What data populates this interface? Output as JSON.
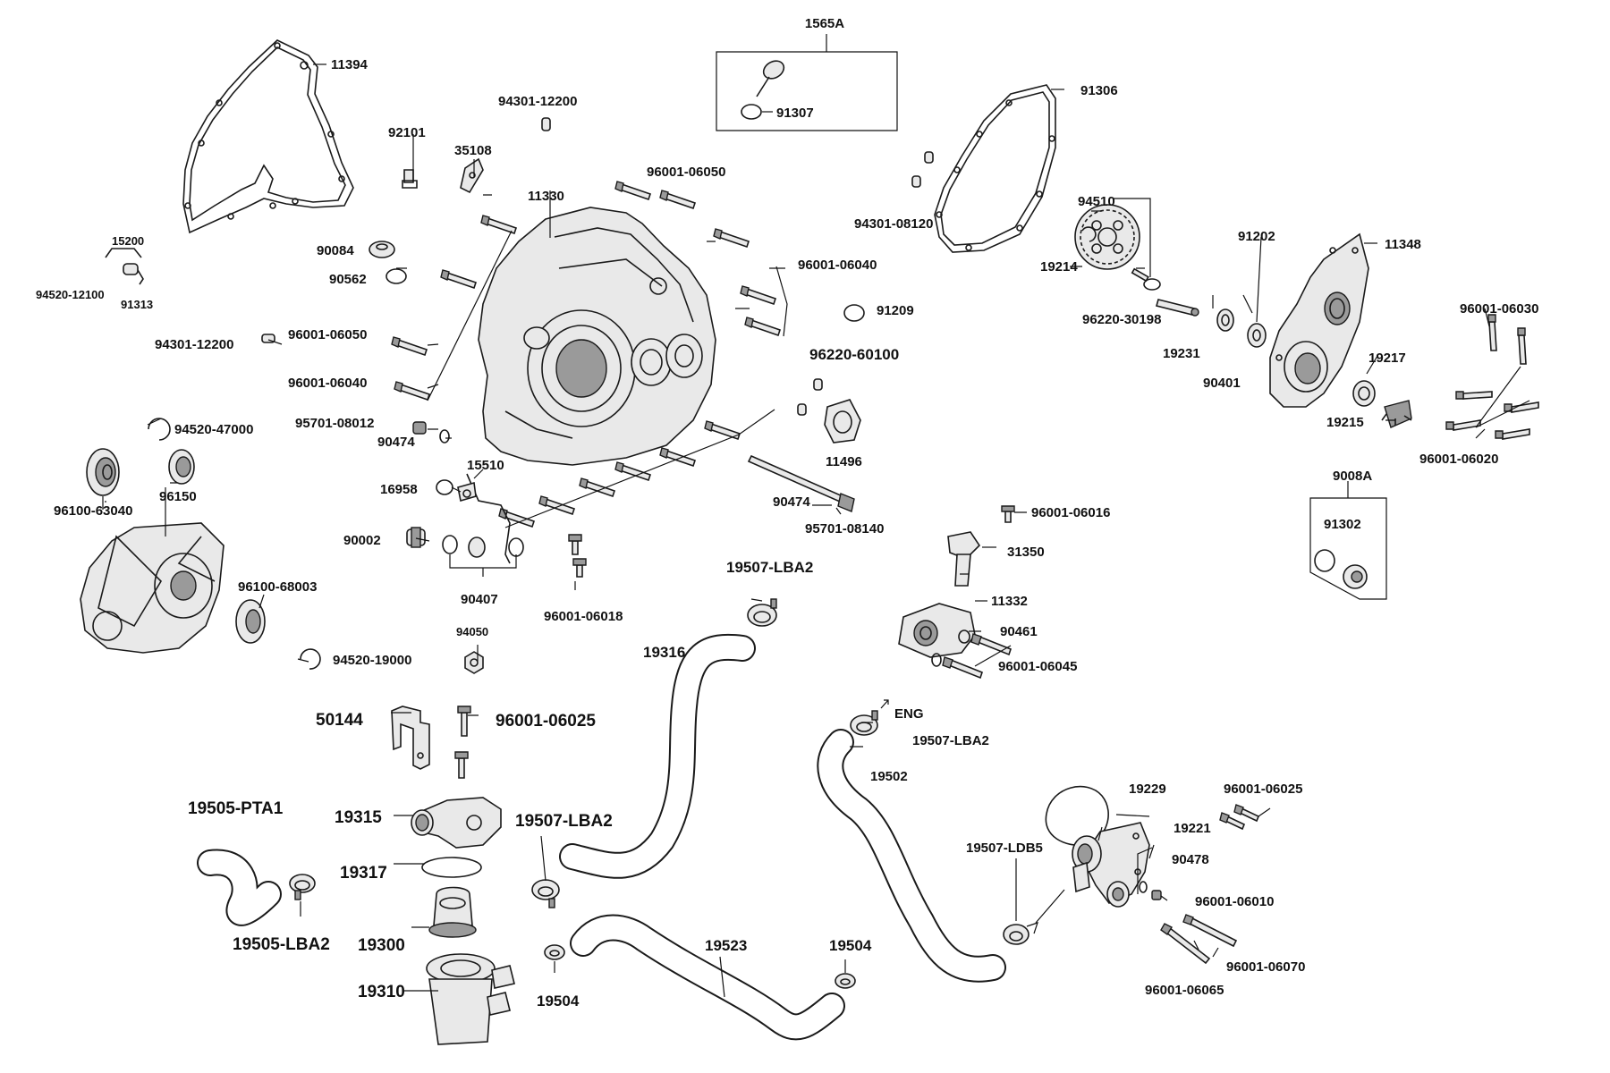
{
  "callouts": {
    "c1565A": "1565A",
    "c91307": "91307",
    "c11394": "11394",
    "c94301_12200_top": "94301-12200",
    "c92101": "92101",
    "c35108": "35108",
    "c11330": "11330",
    "c96001_06050_top": "96001-06050",
    "c96001_06040_right": "96001-06040",
    "c91306": "91306",
    "c94301_08120": "94301-08120",
    "c94510": "94510",
    "c19214": "19214",
    "c96220_30198": "96220-30198",
    "c91202": "91202",
    "c11348": "11348",
    "c15200": "15200",
    "c94520_12100": "94520-12100",
    "c91313": "91313",
    "c90084": "90084",
    "c90562": "90562",
    "c94301_12200_left": "94301-12200",
    "c96001_06050_left": "96001-06050",
    "c96001_06040_left": "96001-06040",
    "c91209": "91209",
    "c96220_60100": "96220-60100",
    "c19231": "19231",
    "c90401": "90401",
    "c19217": "19217",
    "c96001_06030": "96001-06030",
    "c19215": "19215",
    "c96001_06020": "96001-06020",
    "c94520_47000": "94520-47000",
    "c95701_08012": "95701-08012",
    "c90474_left": "90474",
    "c11496": "11496",
    "c96150": "96150",
    "c96100_63040": "96100-63040",
    "c15510": "15510",
    "c16958": "16958",
    "c90474_right": "90474",
    "c95701_08140": "95701-08140",
    "c96001_06016": "96001-06016",
    "c9008A": "9008A",
    "c91302": "91302",
    "c90002": "90002",
    "c31350": "31350",
    "c90407": "90407",
    "c96001_06018": "96001-06018",
    "c19507_LBA2_top": "19507-LBA2",
    "c96100_68003": "96100-68003",
    "c11332": "11332",
    "c90461": "90461",
    "c96001_06045": "96001-06045",
    "c94050": "94050",
    "c94520_19000": "94520-19000",
    "c19316": "19316",
    "cENG": "ENG",
    "c19507_LBA2_right": "19507-LBA2",
    "c50144": "50144",
    "c96001_06025_left": "96001-06025",
    "c19502": "19502",
    "c19229": "19229",
    "c96001_06025_right": "96001-06025",
    "c19221": "19221",
    "c19505_PTA1": "19505-PTA1",
    "c19315": "19315",
    "c19507_LBA2_mid": "19507-LBA2",
    "c19507_LDB5": "19507-LDB5",
    "c90478": "90478",
    "c19317": "19317",
    "c96001_06010": "96001-06010",
    "c19505_LBA2": "19505-LBA2",
    "c19300": "19300",
    "c19523": "19523",
    "c19504_right": "19504",
    "c96001_06070": "96001-06070",
    "c19310": "19310",
    "c19504_left": "19504",
    "c96001_06065": "96001-06065"
  }
}
